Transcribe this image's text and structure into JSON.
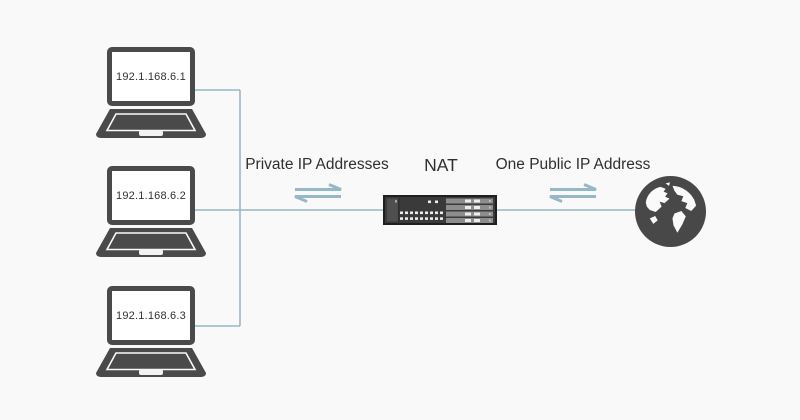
{
  "diagram": {
    "laptops": [
      {
        "ip": "192.1.168.6.1"
      },
      {
        "ip": "192.1.168.6.2"
      },
      {
        "ip": "192.1.168.6.3"
      }
    ],
    "labels": {
      "private_side": "Private IP Addresses",
      "nat": "NAT",
      "public_side": "One Public IP Address"
    },
    "colors": {
      "background": "#f9f9f9",
      "connector_line": "#96b8c6",
      "arrow": "#96b8c6",
      "device_body": "#4a4a4a",
      "label_text": "#2f2f2f",
      "screen_text": "#333333"
    },
    "icons": {
      "clients": "laptop-icon",
      "nat_device": "rack-router-icon",
      "internet": "globe-icon",
      "traffic": "exchange-arrows-icon"
    }
  }
}
